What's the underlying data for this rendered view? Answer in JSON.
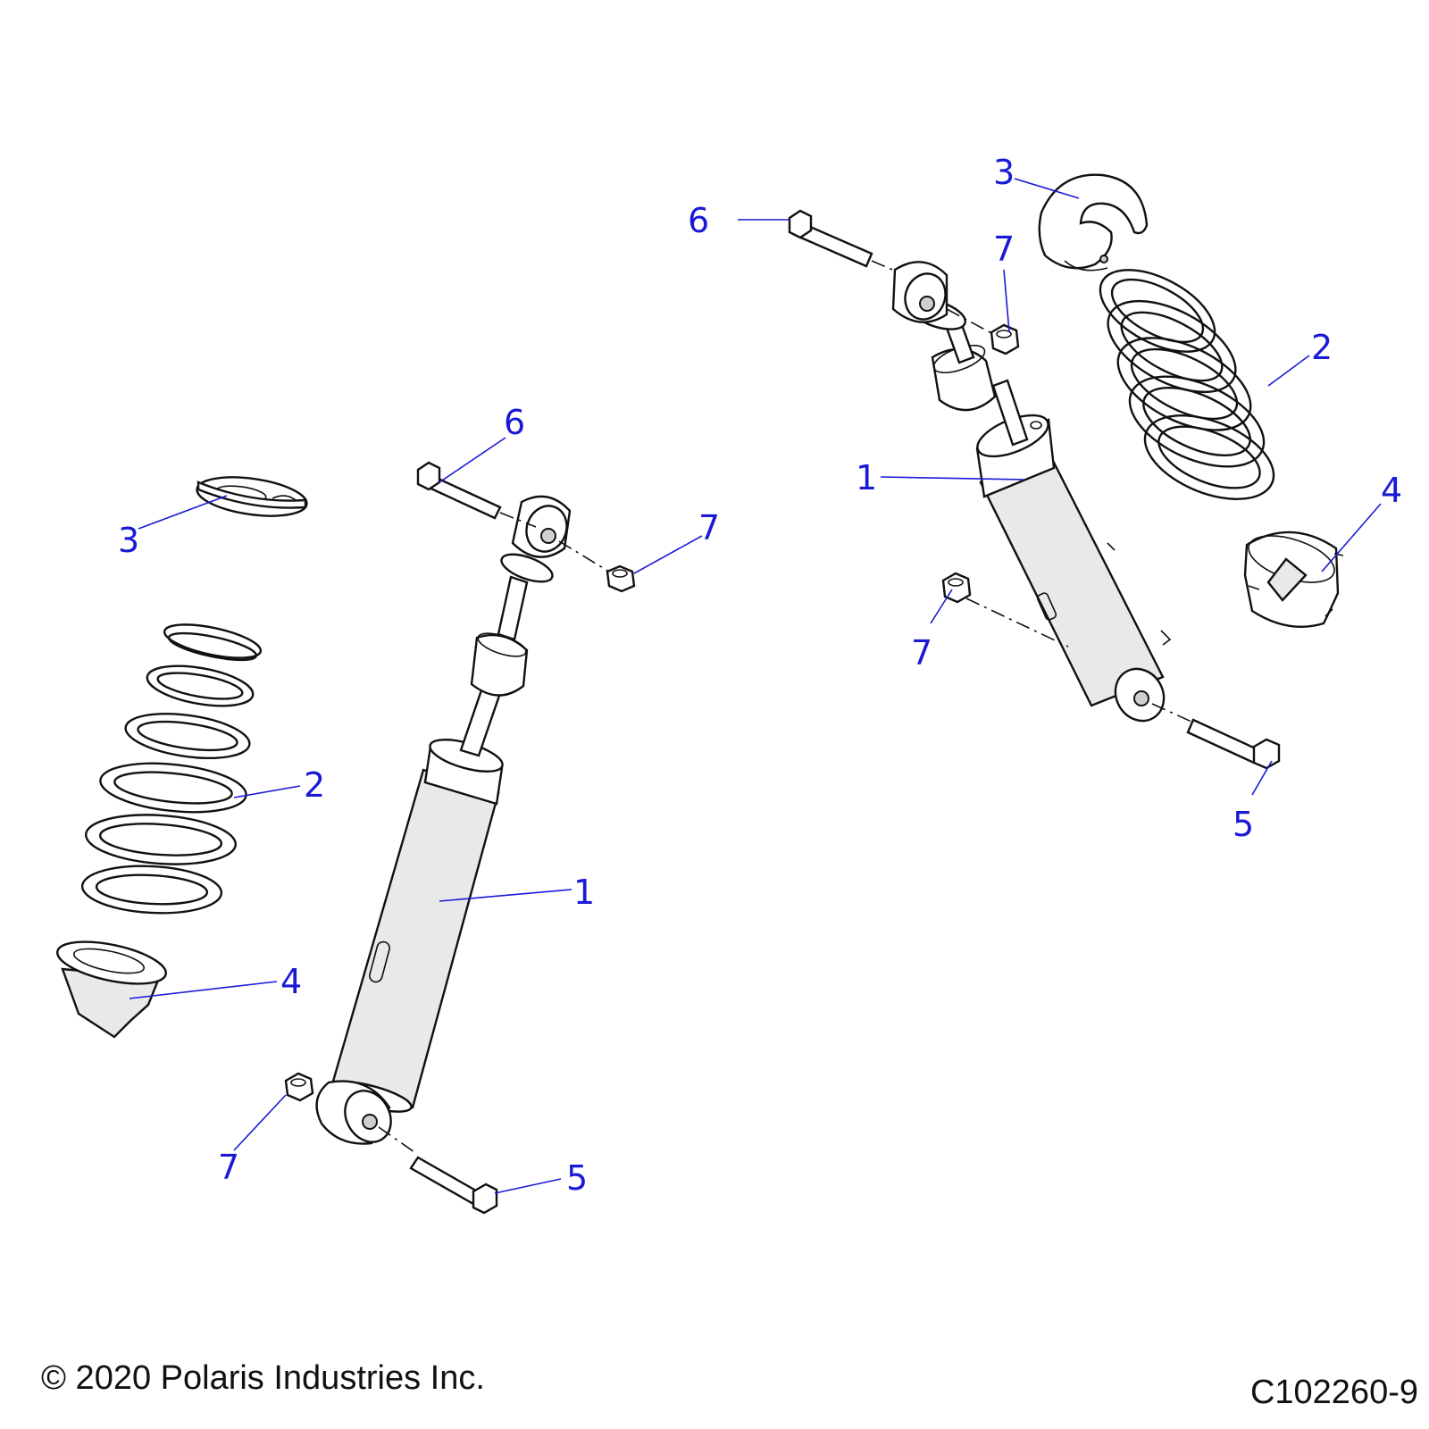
{
  "diagram": {
    "callouts": {
      "left": {
        "shock": "1",
        "spring": "2",
        "retainer": "3",
        "spring_seat": "4",
        "lower_bolt": "5",
        "upper_bolt": "6",
        "upper_nut": "7",
        "lower_nut": "7"
      },
      "right": {
        "shock": "1",
        "spring": "2",
        "retainer": "3",
        "spring_seat": "4",
        "lower_bolt": "5",
        "upper_bolt": "6",
        "upper_nut": "7",
        "lower_nut": "7"
      }
    }
  },
  "footer": {
    "copyright": "© 2020 Polaris Industries Inc.",
    "drawing_number": "C102260-9"
  }
}
